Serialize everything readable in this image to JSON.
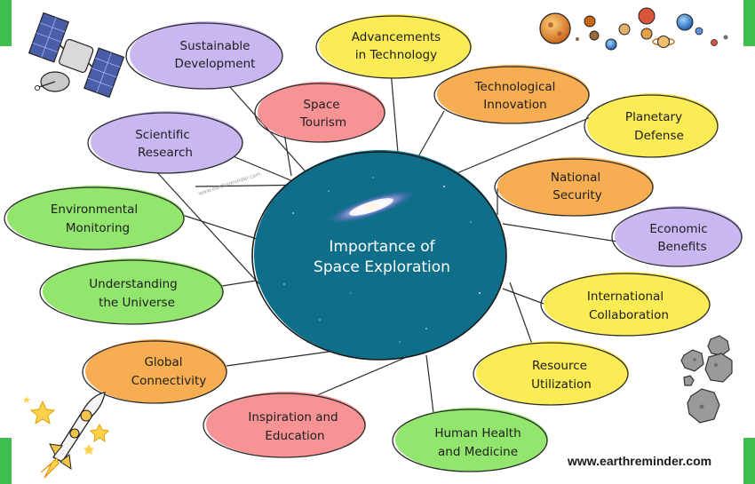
{
  "website": "www.earthreminder.com",
  "watermark": "www.earthreminder.com",
  "center": {
    "line1": "Importance of",
    "line2": "Space Exploration",
    "color": "#0f6f8a"
  },
  "colors": {
    "lavender": "#c9b7f2",
    "yellow": "#fbeb55",
    "orange": "#f7ae52",
    "pink": "#f79395",
    "green": "#92e66d",
    "corner_green": "#3fbf4f"
  },
  "nodes": [
    {
      "id": "sustainable-development",
      "line1": "Sustainable",
      "line2": "Development",
      "color": "lavender"
    },
    {
      "id": "advancements-in-technology",
      "line1": "Advancements",
      "line2": "in Technology",
      "color": "yellow"
    },
    {
      "id": "space-tourism",
      "line1": "Space",
      "line2": "Tourism",
      "color": "pink"
    },
    {
      "id": "technological-innovation",
      "line1": "Technological",
      "line2": "Innovation",
      "color": "orange"
    },
    {
      "id": "planetary-defense",
      "line1": "Planetary",
      "line2": "Defense",
      "color": "yellow"
    },
    {
      "id": "scientific-research",
      "line1": "Scientific",
      "line2": "Research",
      "color": "lavender"
    },
    {
      "id": "national-security",
      "line1": "National",
      "line2": "Security",
      "color": "orange"
    },
    {
      "id": "environmental-monitoring",
      "line1": "Environmental",
      "line2": "Monitoring",
      "color": "green"
    },
    {
      "id": "economic-benefits",
      "line1": "Economic",
      "line2": "Benefits",
      "color": "lavender"
    },
    {
      "id": "understanding-the-universe",
      "line1": "Understanding",
      "line2": "the Universe",
      "color": "green"
    },
    {
      "id": "international-collaboration",
      "line1": "International",
      "line2": "Collaboration",
      "color": "yellow"
    },
    {
      "id": "global-connectivity",
      "line1": "Global",
      "line2": "Connectivity",
      "color": "orange"
    },
    {
      "id": "resource-utilization",
      "line1": "Resource",
      "line2": "Utilization",
      "color": "yellow"
    },
    {
      "id": "inspiration-and-education",
      "line1": "Inspiration and",
      "line2": "Education",
      "color": "pink"
    },
    {
      "id": "human-health-and-medicine",
      "line1": "Human Health",
      "line2": "and Medicine",
      "color": "green"
    }
  ],
  "icons": {
    "top_left": "satellite-icon",
    "top_right": "planets-icon",
    "right": "asteroids-icon",
    "bottom_left": "rocket-icon",
    "center": "galaxy-icon"
  }
}
